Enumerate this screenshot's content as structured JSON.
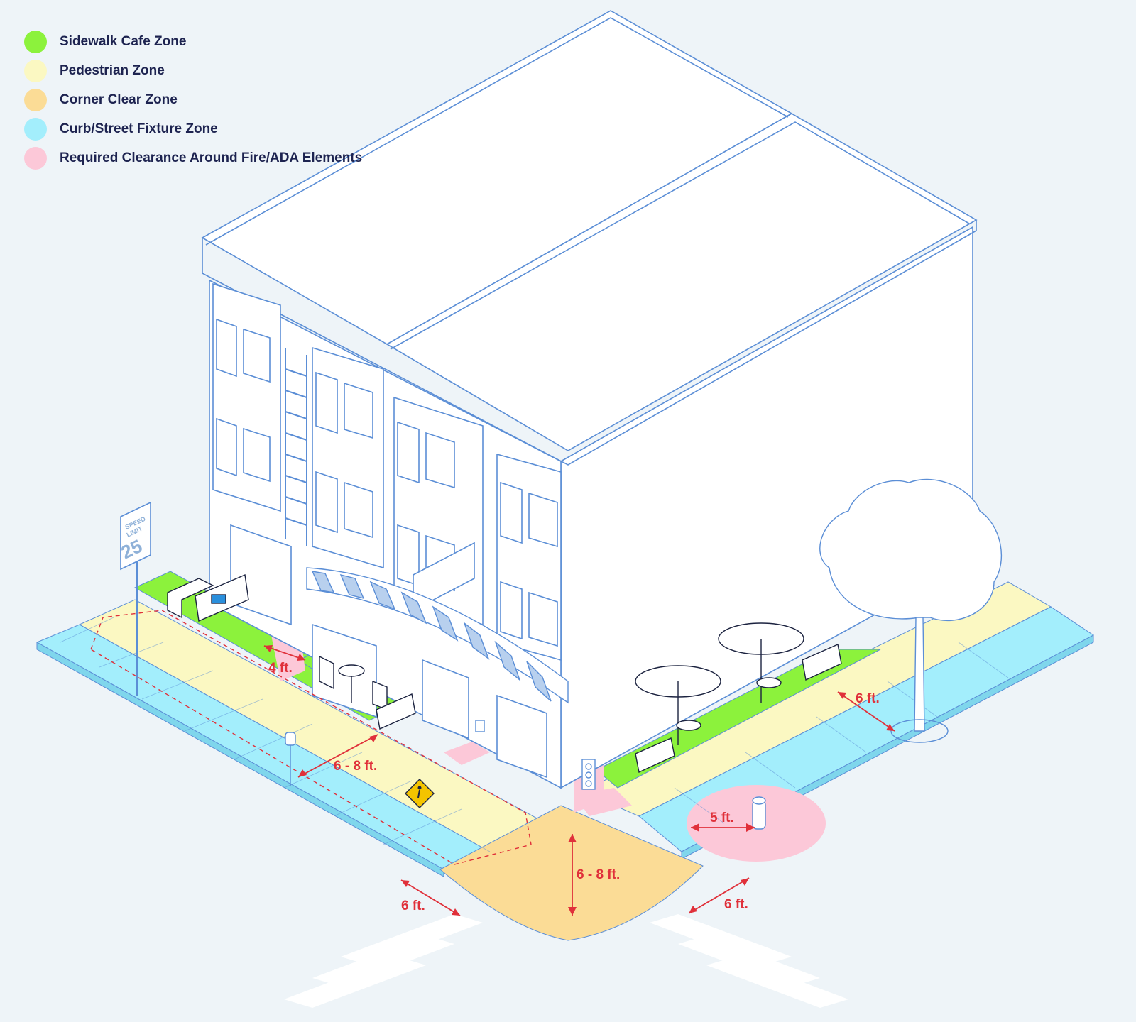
{
  "legend": [
    {
      "label": "Sidewalk Cafe Zone",
      "color": "#8cf23c"
    },
    {
      "label": "Pedestrian Zone",
      "color": "#fbf8c2"
    },
    {
      "label": "Corner Clear Zone",
      "color": "#fbdc96"
    },
    {
      "label": "Curb/Street Fixture Zone",
      "color": "#a3eefc"
    },
    {
      "label": "Required Clearance Around Fire/ADA Elements",
      "color": "#fcc8d8"
    }
  ],
  "colors": {
    "outline": "#5b8ed6",
    "dimension": "#e0303a",
    "awning_stripe": "#b8d0ee",
    "crosswalk": "#ffffff"
  },
  "dimensions": {
    "cafe_clearance_left": "4 ft.",
    "pedestrian_width_left": "6 - 8 ft.",
    "corner_clear_depth": "6 - 8 ft.",
    "corner_left_offset": "6 ft.",
    "corner_right_offset": "6 ft.",
    "hydrant_clearance": "5 ft.",
    "tree_offset": "6 ft."
  },
  "speed_sign": {
    "line1": "SPEED",
    "line2": "LIMIT",
    "value": "25"
  }
}
